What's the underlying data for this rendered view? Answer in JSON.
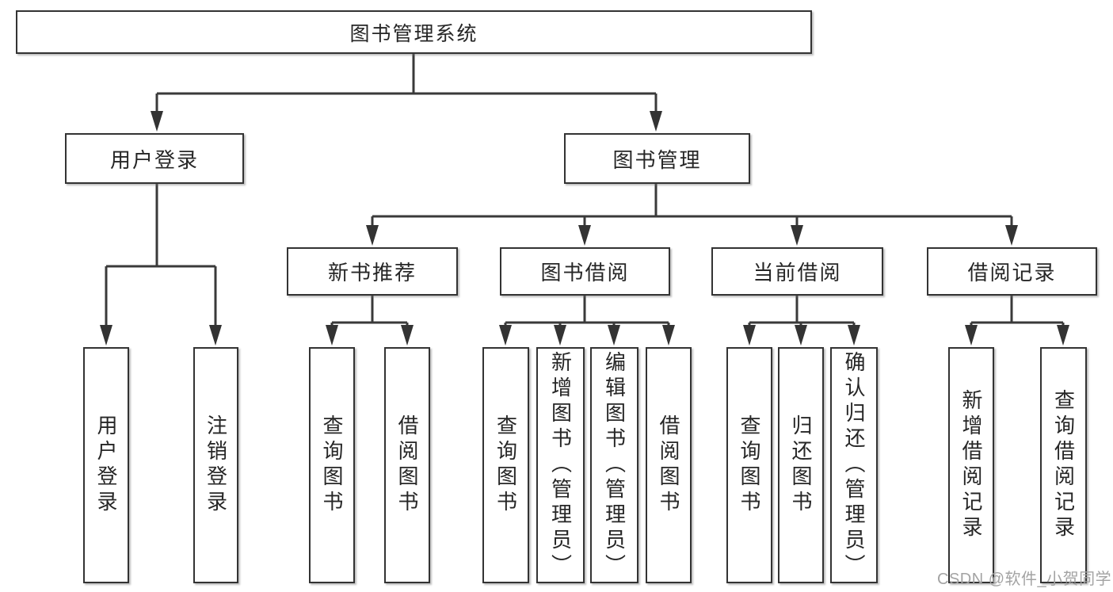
{
  "diagram": {
    "colors": {
      "line": "#3a3a3a",
      "box_border": "#333333",
      "box_fill": "#ffffff",
      "text": "#262626",
      "watermark": "#a3a3a3",
      "background": "#ffffff"
    },
    "watermark": "CSDN @软件_小贺同学",
    "tree": {
      "label": "图书管理系统",
      "children": [
        {
          "label": "用户登录",
          "children": [
            {
              "label": "用户登录"
            },
            {
              "label": "注销登录"
            }
          ]
        },
        {
          "label": "图书管理",
          "children": [
            {
              "label": "新书推荐",
              "children": [
                {
                  "label": "查询图书"
                },
                {
                  "label": "借阅图书"
                }
              ]
            },
            {
              "label": "图书借阅",
              "children": [
                {
                  "label": "查询图书"
                },
                {
                  "label": "新增图书（管理员）"
                },
                {
                  "label": "编辑图书（管理员）"
                },
                {
                  "label": "借阅图书"
                }
              ]
            },
            {
              "label": "当前借阅",
              "children": [
                {
                  "label": "查询图书"
                },
                {
                  "label": "归还图书"
                },
                {
                  "label": "确认归还（管理员）"
                }
              ]
            },
            {
              "label": "借阅记录",
              "children": [
                {
                  "label": "新增借阅记录"
                },
                {
                  "label": "查询借阅记录"
                }
              ]
            }
          ]
        }
      ]
    }
  }
}
